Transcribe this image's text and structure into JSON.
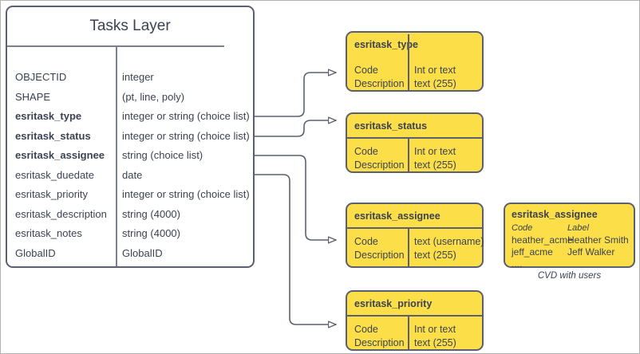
{
  "page": {
    "background": "#ffffff",
    "border_color": "#b3b3b3",
    "stroke_color": "#5a6070",
    "accent_yellow": "#fcdf48",
    "text_color": "#3b4252"
  },
  "tasks_layer": {
    "title": "Tasks Layer",
    "fields": [
      {
        "name": "OBJECTID",
        "type": "integer",
        "bold": false
      },
      {
        "name": "SHAPE",
        "type": "(pt, line, poly)",
        "bold": false
      },
      {
        "name": "esritask_type",
        "type": "integer or string (choice list)",
        "bold": true
      },
      {
        "name": "esritask_status",
        "type": "integer or string (choice list)",
        "bold": true
      },
      {
        "name": "esritask_assignee",
        "type": "string (choice list)",
        "bold": true
      },
      {
        "name": "esritask_duedate",
        "type": "date",
        "bold": false
      },
      {
        "name": "esritask_priority",
        "type": "integer or string (choice list)",
        "bold": false
      },
      {
        "name": "esritask_description",
        "type": "string (4000)",
        "bold": false
      },
      {
        "name": "esritask_notes",
        "type": "string (4000)",
        "bold": false
      },
      {
        "name": "GlobalID",
        "type": "GlobalID",
        "bold": false
      }
    ]
  },
  "domains": [
    {
      "id": "type",
      "title": "esritask_type",
      "has_title_rule": false,
      "rows": [
        {
          "left": "Code",
          "right": "Int or text"
        },
        {
          "left": "Description",
          "right": "text (255)"
        }
      ]
    },
    {
      "id": "status",
      "title": "esritask_status",
      "has_title_rule": true,
      "rows": [
        {
          "left": "Code",
          "right": "Int or text"
        },
        {
          "left": "Description",
          "right": "text (255)"
        }
      ]
    },
    {
      "id": "assignee",
      "title": "esritask_assignee",
      "has_title_rule": true,
      "rows": [
        {
          "left": "Code",
          "right": "text  (username)"
        },
        {
          "left": "Description",
          "right": "text (255)"
        }
      ]
    },
    {
      "id": "priority",
      "title": "esritask_priority",
      "has_title_rule": true,
      "rows": [
        {
          "left": "Code",
          "right": "Int or text"
        },
        {
          "left": "Description",
          "right": "text (255)"
        }
      ]
    }
  ],
  "cvd": {
    "title": "esritask_assignee",
    "header": {
      "code": "Code",
      "label": "Label"
    },
    "rows": [
      {
        "code": "heather_acme",
        "label": "Heather Smith"
      },
      {
        "code": "jeff_acme",
        "label": "Jeff Walker"
      },
      {
        "code": "....",
        "label": ""
      }
    ],
    "caption": "CVD with users"
  },
  "connectors": [
    {
      "from_field": "esritask_type",
      "to_box": "esritask_type"
    },
    {
      "from_field": "esritask_status",
      "to_box": "esritask_status"
    },
    {
      "from_field": "esritask_assignee",
      "to_box": "esritask_assignee"
    },
    {
      "from_field": "esritask_duedate",
      "to_box": "esritask_priority"
    }
  ]
}
